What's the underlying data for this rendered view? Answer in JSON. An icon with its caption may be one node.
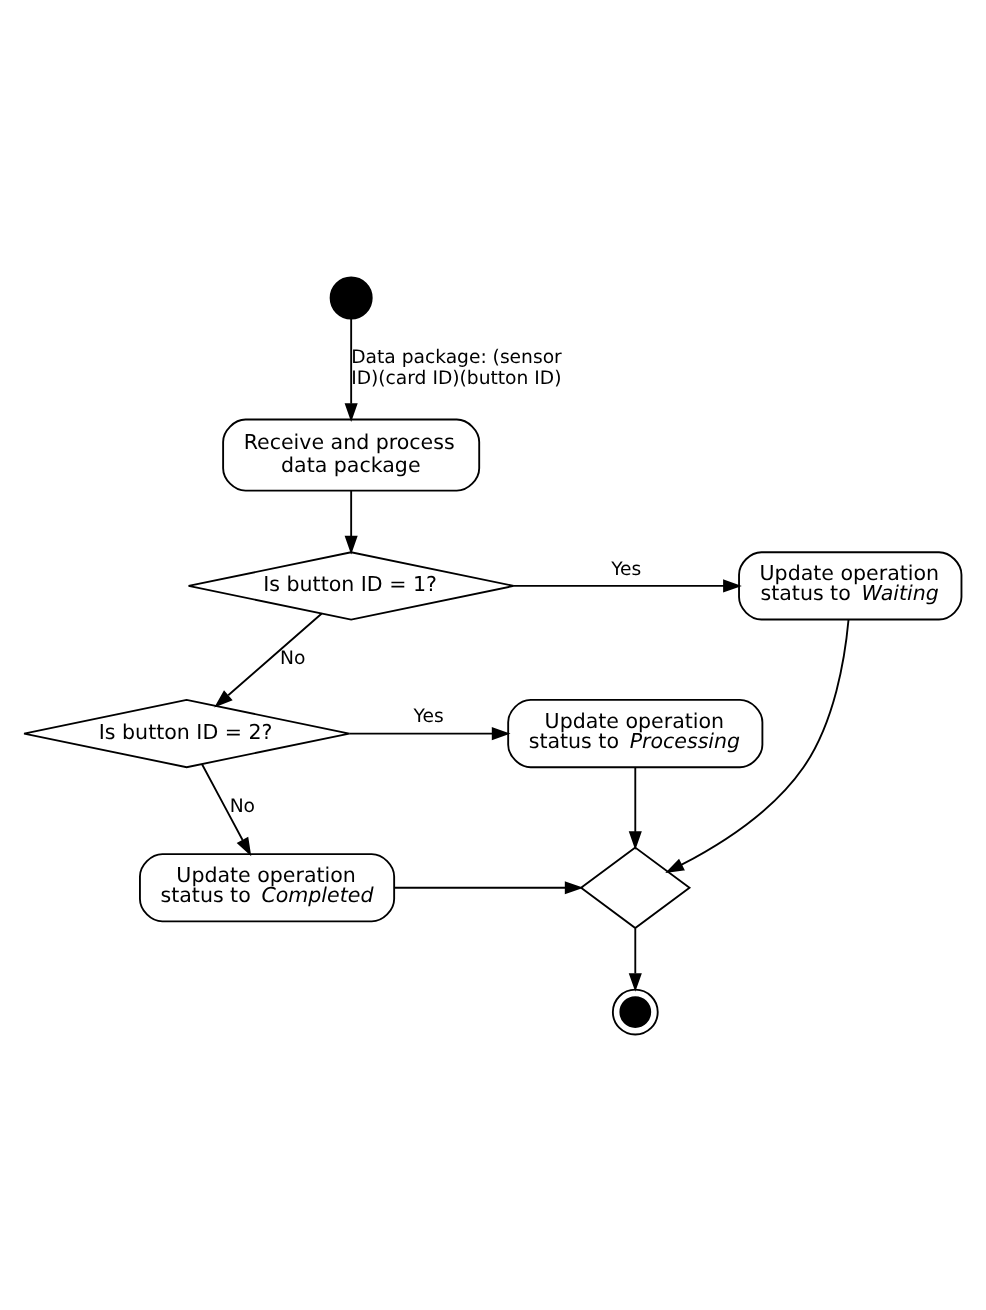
{
  "diagram": {
    "nodes": [
      {
        "text": [],
        "shape": "circle"
      },
      {
        "text": [
          "Receive and process data package"
        ]
      },
      {
        "text": [
          "Is button ID = 1?"
        ]
      },
      {
        "text": [
          "Update operation status to *Waiting*"
        ]
      },
      {
        "text": [
          "Is button ID = 2?"
        ]
      },
      {
        "text": [
          "Update operation status to *Processing*"
        ]
      },
      {
        "text": [
          "Update operation status to *Completed*"
        ]
      },
      {
        "text": [],
        "shape": "diamond"
      },
      {
        "text": [],
        "shape": "circle"
      }
    ],
    "edges": [
      {
        "from": 0,
        "to": 1,
        "arrow": "to",
        "label": "Data package: (sensor ID)(card ID)(button ID)"
      },
      {
        "from": 1,
        "to": 2,
        "arrow": "to"
      },
      {
        "from": 2,
        "to": 3,
        "arrow": "to",
        "label": "Yes"
      },
      {
        "from": 2,
        "to": 4,
        "arrow": "to",
        "label": "No"
      },
      {
        "from": 4,
        "to": 5,
        "arrow": "to",
        "label": "Yes"
      },
      {
        "from": 4,
        "to": 6,
        "arrow": "to",
        "label": "No"
      },
      {
        "from": 5,
        "to": 7,
        "arrow": "to"
      },
      {
        "from": 3,
        "to": 7,
        "arrow": "to"
      },
      {
        "from": 6,
        "to": 7,
        "arrow": "to"
      },
      {
        "from": 7,
        "to": 8,
        "arrow": "to"
      }
    ]
  }
}
